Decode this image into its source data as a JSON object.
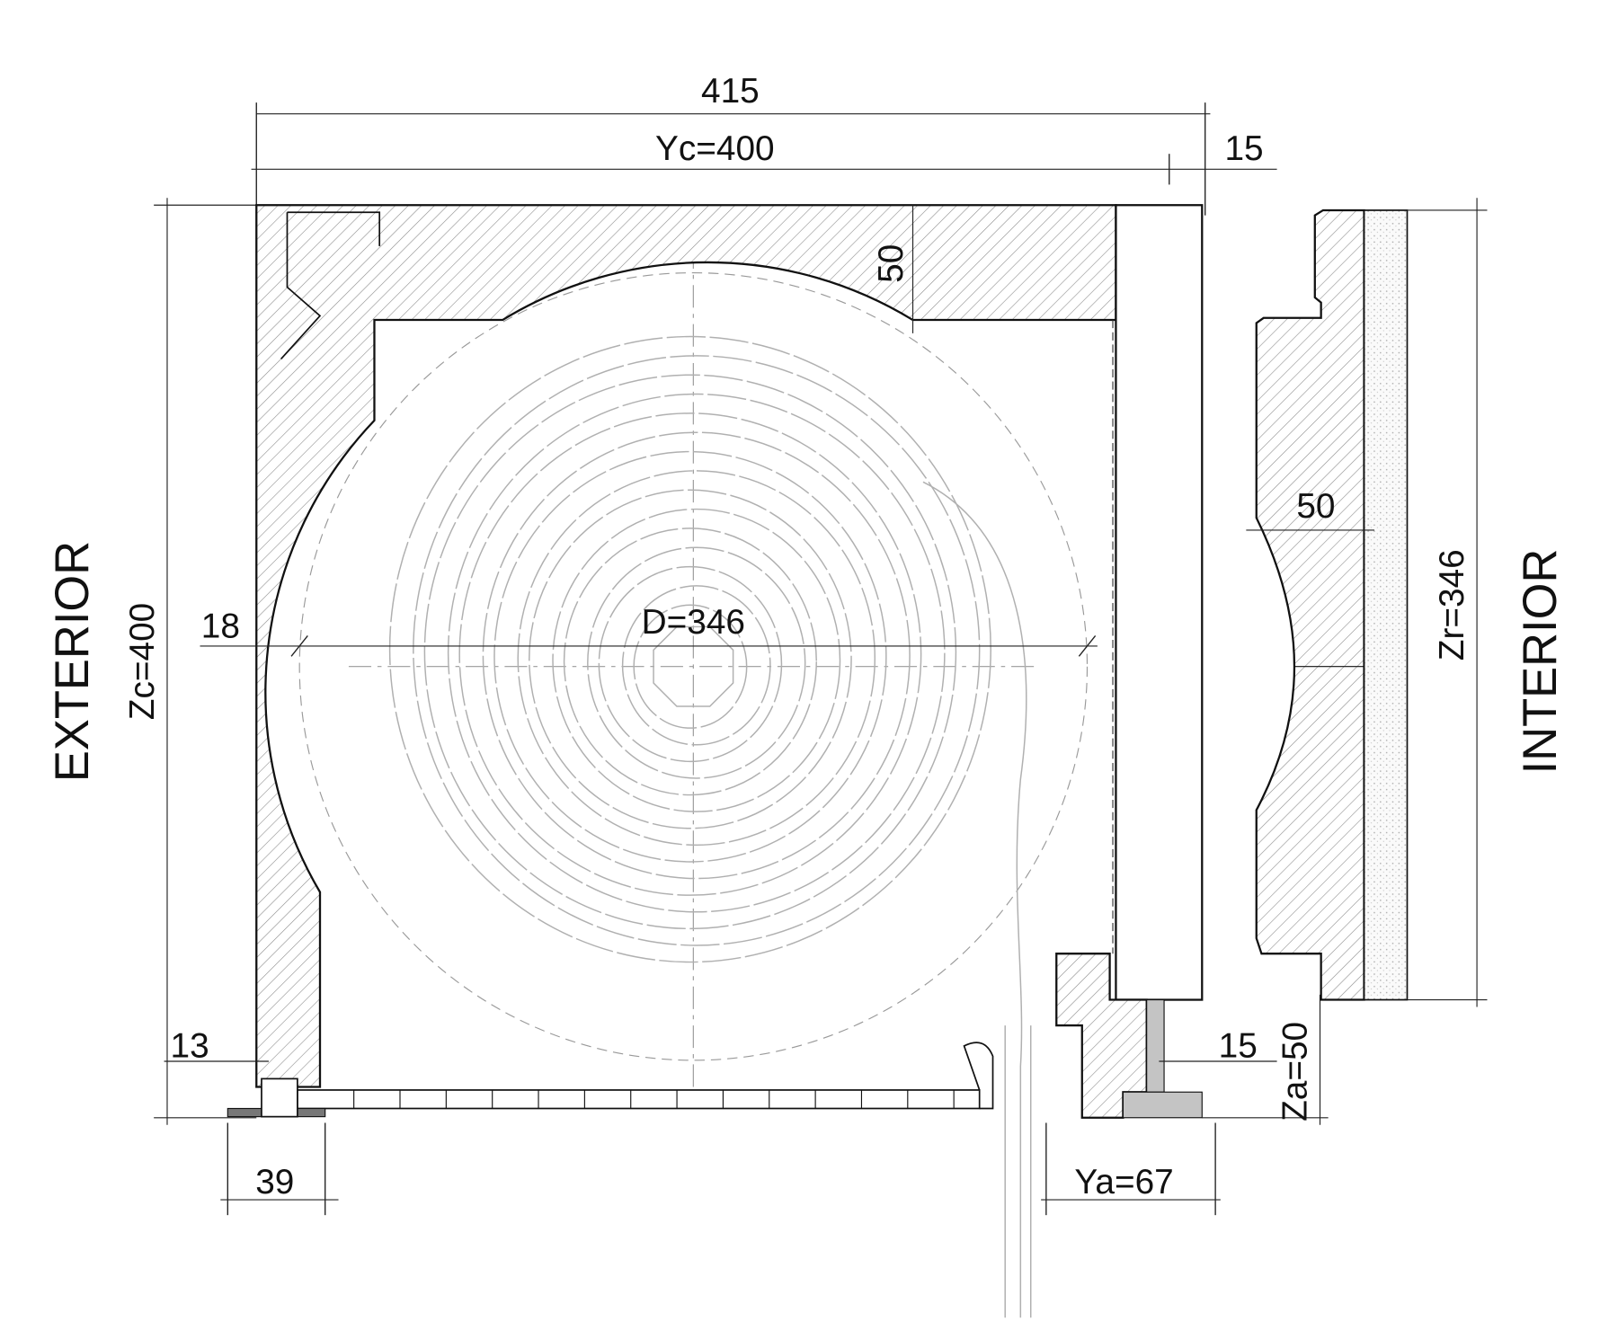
{
  "drawing": {
    "side_labels": {
      "exterior": "EXTERIOR",
      "interior": "INTERIOR"
    },
    "dimensions": {
      "total_width": "415",
      "box_width": "Yc=400",
      "right_offset": "15",
      "top_slab_height": "50",
      "box_height": "Zc=400",
      "wall_gap": "18",
      "roll_diameter": "D=346",
      "profile_depth": "50",
      "profile_height": "Zr=346",
      "bottom_left_height": "13",
      "bottom_left_width": "39",
      "bottom_right_offset": "15",
      "bottom_right_height": "Za=50",
      "bottom_right_width": "Ya=67"
    },
    "colors": {
      "line": "#111111",
      "roll": "#b0b0b0",
      "hatch": "#8a8a8a",
      "grey_part": "#c4c4c4"
    }
  }
}
